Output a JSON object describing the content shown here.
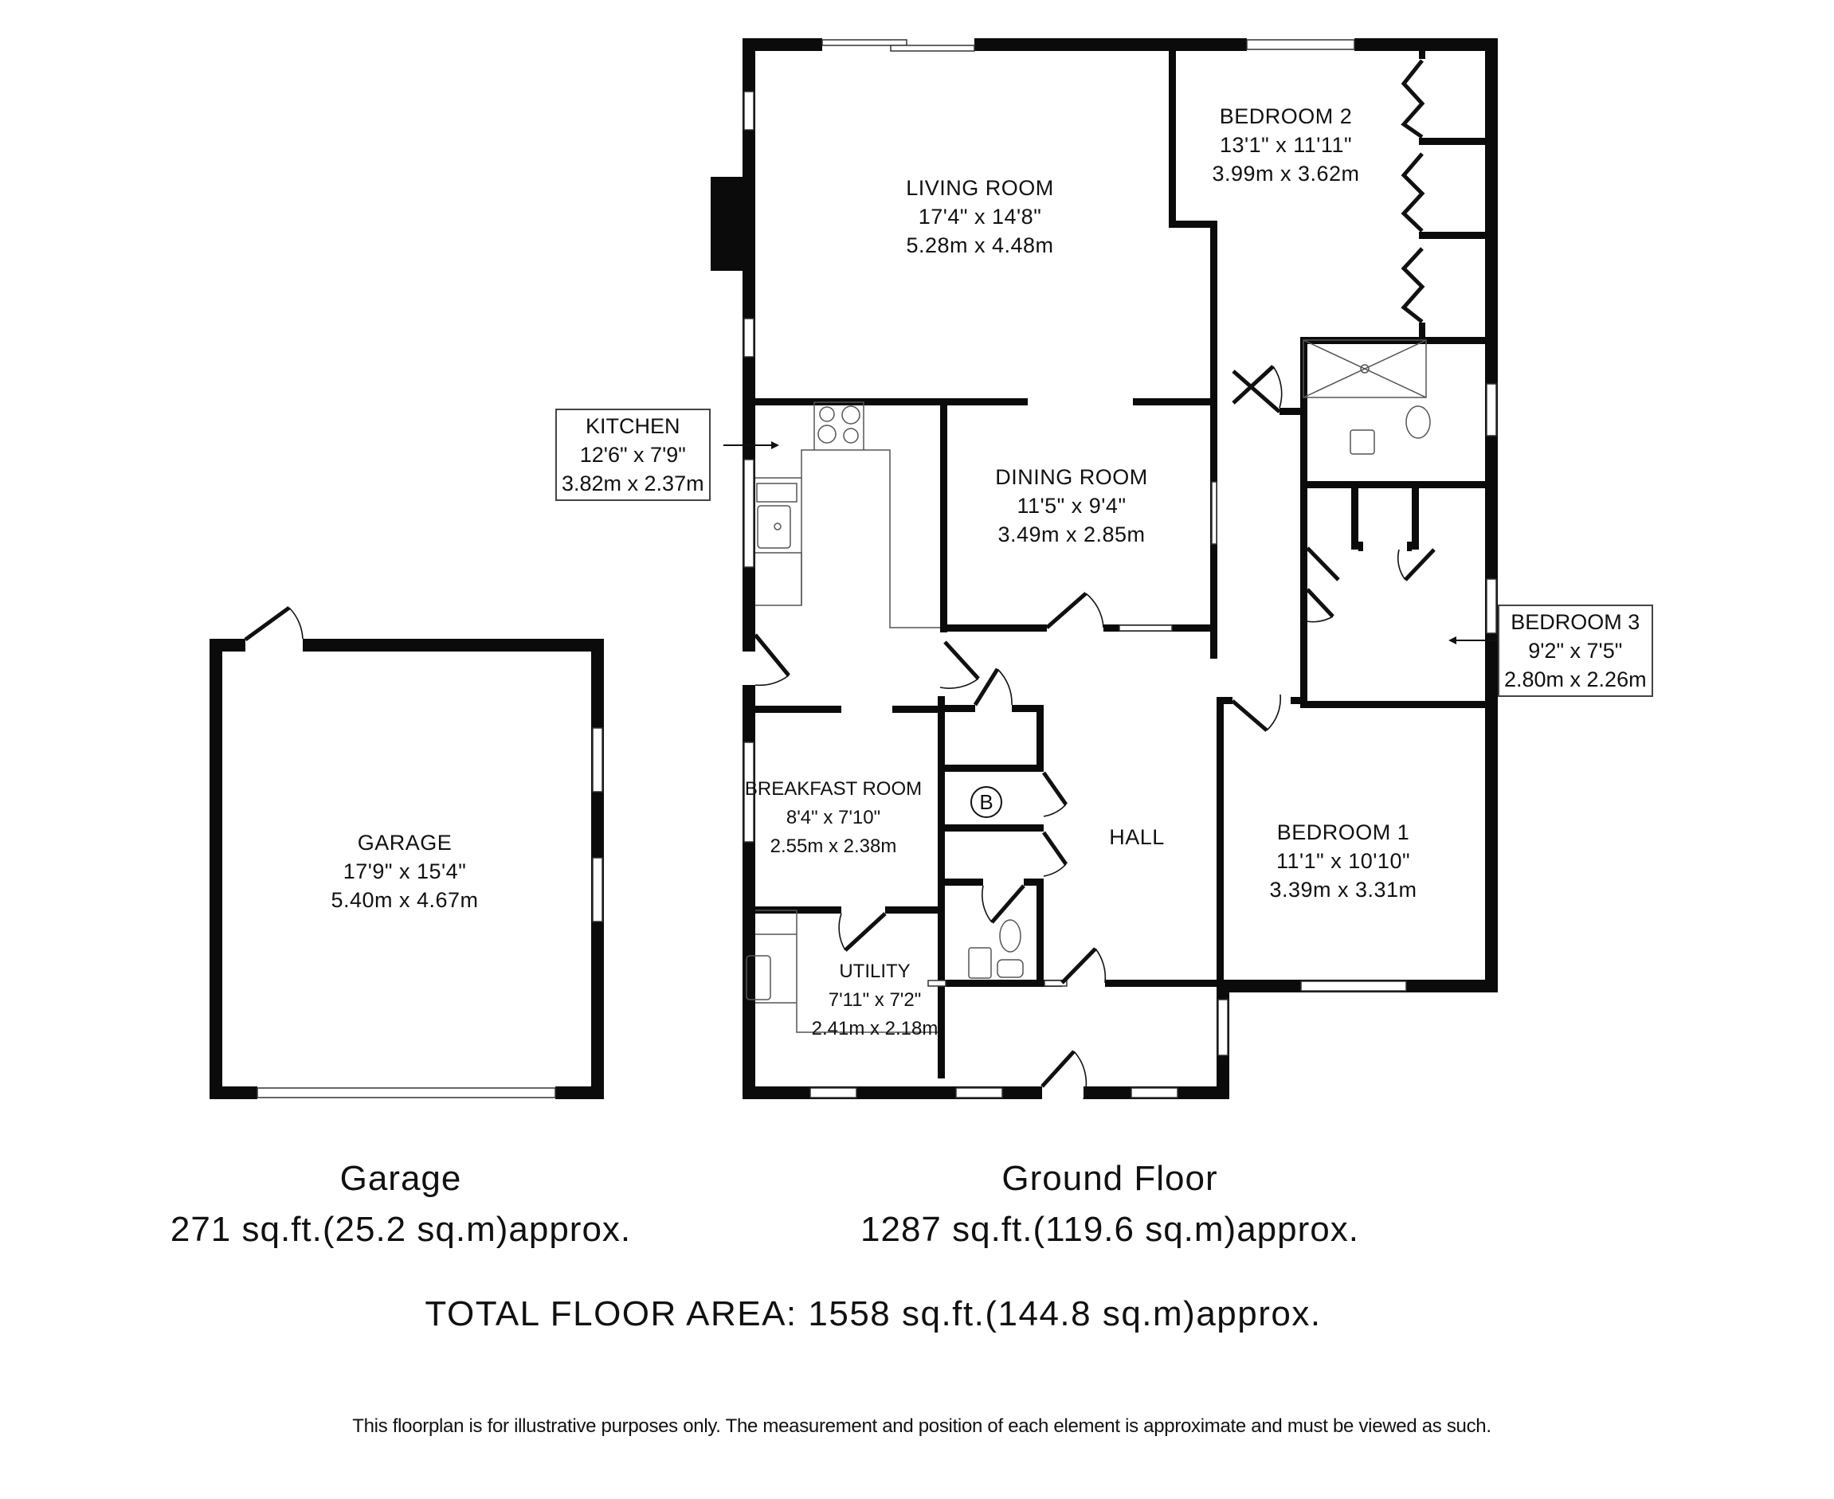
{
  "plan": {
    "rooms": {
      "living_room": {
        "name": "LIVING ROOM",
        "imperial": "17'4\" x 14'8\"",
        "metric": "5.28m x 4.48m"
      },
      "bedroom_2": {
        "name": "BEDROOM 2",
        "imperial": "13'1\" x 11'11\"",
        "metric": "3.99m x 3.62m"
      },
      "kitchen": {
        "name": "KITCHEN",
        "imperial": "12'6\" x 7'9\"",
        "metric": "3.82m x 2.37m"
      },
      "dining_room": {
        "name": "DINING ROOM",
        "imperial": "11'5\" x 9'4\"",
        "metric": "3.49m x 2.85m"
      },
      "bedroom_3": {
        "name": "BEDROOM 3",
        "imperial": "9'2\" x 7'5\"",
        "metric": "2.80m x 2.26m"
      },
      "breakfast_room": {
        "name": "BREAKFAST ROOM",
        "imperial": "8'4\" x 7'10\"",
        "metric": "2.55m x 2.38m"
      },
      "hall": {
        "name": "HALL"
      },
      "bedroom_1": {
        "name": "BEDROOM 1",
        "imperial": "11'1\" x 10'10\"",
        "metric": "3.39m x 3.31m"
      },
      "utility": {
        "name": "UTILITY",
        "imperial": "7'11\" x 7'2\"",
        "metric": "2.41m x 2.18m"
      },
      "garage": {
        "name": "GARAGE",
        "imperial": "17'9\" x 15'4\"",
        "metric": "5.40m x 4.67m"
      }
    },
    "boiler_symbol": "B"
  },
  "summary": {
    "garage": {
      "title": "Garage",
      "area": "271 sq.ft.(25.2 sq.m)approx."
    },
    "ground_floor": {
      "title": "Ground Floor",
      "area": "1287 sq.ft.(119.6 sq.m)approx."
    },
    "total": "TOTAL FLOOR AREA: 1558 sq.ft.(144.8 sq.m)approx."
  },
  "disclaimer": "This floorplan is for illustrative purposes only. The measurement and position of each element is approximate and must be viewed as such."
}
